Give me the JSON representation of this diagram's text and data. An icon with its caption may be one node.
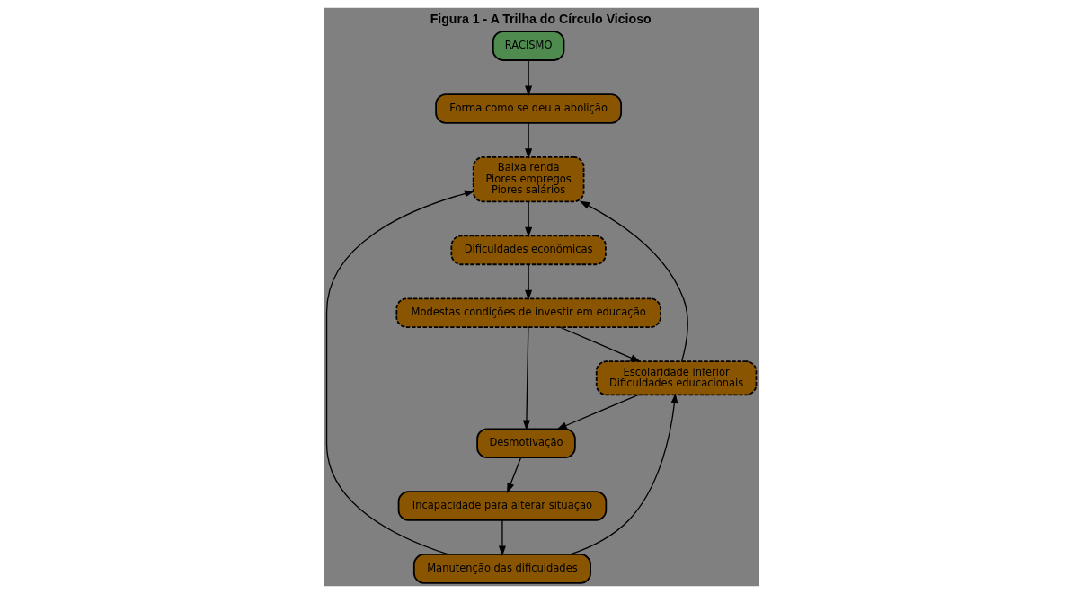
{
  "diagram": {
    "title": "Figura 1 - A Trilha do Círculo Vicioso",
    "nodes": [
      {
        "text": [
          "RACISMO"
        ]
      },
      {
        "text": [
          "Forma como se deu a abolição"
        ]
      },
      {
        "text": [
          "Manutenção das dificuldades"
        ]
      },
      {
        "text": [
          "Incapacidade para alterar situação"
        ]
      },
      {
        "text": [
          "Baixa renda",
          "Piores empregos",
          "Piores salários"
        ]
      },
      {
        "text": [
          "Escolaridade inferior",
          "Dificuldades educacionais"
        ]
      },
      {
        "text": [
          "Desmotivação"
        ]
      },
      {
        "text": [
          "Dificuldades econômicas"
        ]
      },
      {
        "text": [
          "Modestas condições de investir em educação"
        ]
      }
    ],
    "edges": [
      {
        "from": 0,
        "to": 1,
        "arrow": "to"
      },
      {
        "from": 1,
        "to": 4,
        "arrow": "to"
      },
      {
        "from": 2,
        "to": 4,
        "arrow": "to"
      },
      {
        "from": 2,
        "to": 5,
        "arrow": "to"
      },
      {
        "from": 3,
        "to": 2,
        "arrow": "to"
      },
      {
        "from": 5,
        "to": 4,
        "arrow": "to"
      },
      {
        "from": 5,
        "to": 6,
        "arrow": "to"
      },
      {
        "from": 4,
        "to": 7,
        "arrow": "to"
      },
      {
        "from": 7,
        "to": 8,
        "arrow": "to"
      },
      {
        "from": 8,
        "to": 5,
        "arrow": "to"
      },
      {
        "from": 8,
        "to": 6,
        "arrow": "to"
      },
      {
        "from": 6,
        "to": 3,
        "arrow": "to"
      }
    ]
  }
}
